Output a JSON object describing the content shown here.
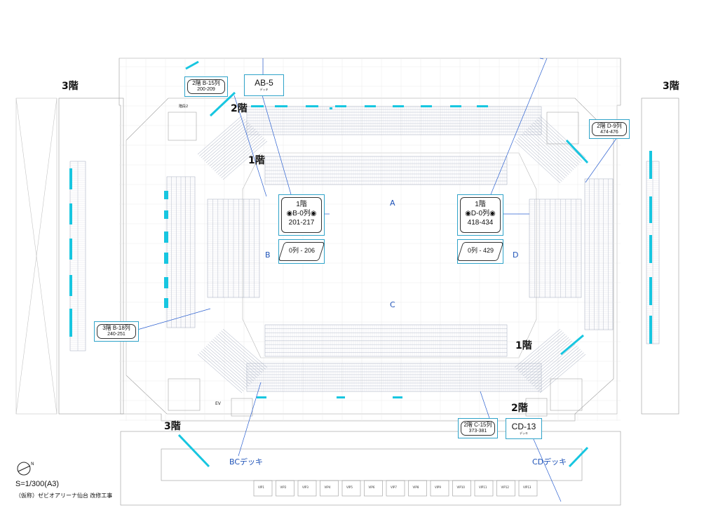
{
  "floor_labels": {
    "f3_left": "3階",
    "f3_right": "3階",
    "f3_bottom": "3階",
    "f2_top": "2階",
    "f2_bottom": "2階",
    "f1_top": "1階",
    "f1_bottom": "1階"
  },
  "zones": {
    "a": "A",
    "b": "B",
    "c": "C",
    "d": "D"
  },
  "callouts": {
    "b15": {
      "line1": "2階 B-15列",
      "line2": "200-209"
    },
    "ab5": {
      "line1": "AB-5",
      "line2": "デッキ"
    },
    "d9": {
      "line1": "2階 D-9列",
      "line2": "474-476"
    },
    "b18": {
      "line1": "3階 B-18列",
      "line2": "240-251"
    },
    "b0": {
      "line1": "1階",
      "line2": "◉B-0列◉",
      "line3": "201-217"
    },
    "d0": {
      "line1": "1階",
      "line2": "◉D-0列◉",
      "line3": "418-434"
    },
    "b0row": {
      "text": "0列 - 206"
    },
    "d0row": {
      "text": "0列 - 429"
    },
    "c15": {
      "line1": "2階 C-15列",
      "line2": "373-381"
    },
    "cd13": {
      "line1": "CD-13",
      "line2": "デッキ"
    }
  },
  "decks": {
    "bc": "BCデッキ",
    "cd": "CDデッキ"
  },
  "elevator": "EV",
  "stair": "階段2",
  "vip_labels": [
    "VIP1",
    "VIP2",
    "VIP3",
    "VIP4",
    "VIP5",
    "VIP6",
    "VIP7",
    "VIP8",
    "VIP9",
    "VIP10",
    "VIP11",
    "VIP12",
    "VIP13"
  ],
  "scale": "S=1/300(A3)",
  "project": "（仮称）ゼビオアリーナ仙台 改修工事",
  "north_symbol": "N",
  "colors": {
    "accent": "#17c6e0",
    "callout_border": "#2fa3c9",
    "zone_text": "#1f53b8",
    "seat": "#9aa3b8",
    "line": "#8f8f8f"
  }
}
